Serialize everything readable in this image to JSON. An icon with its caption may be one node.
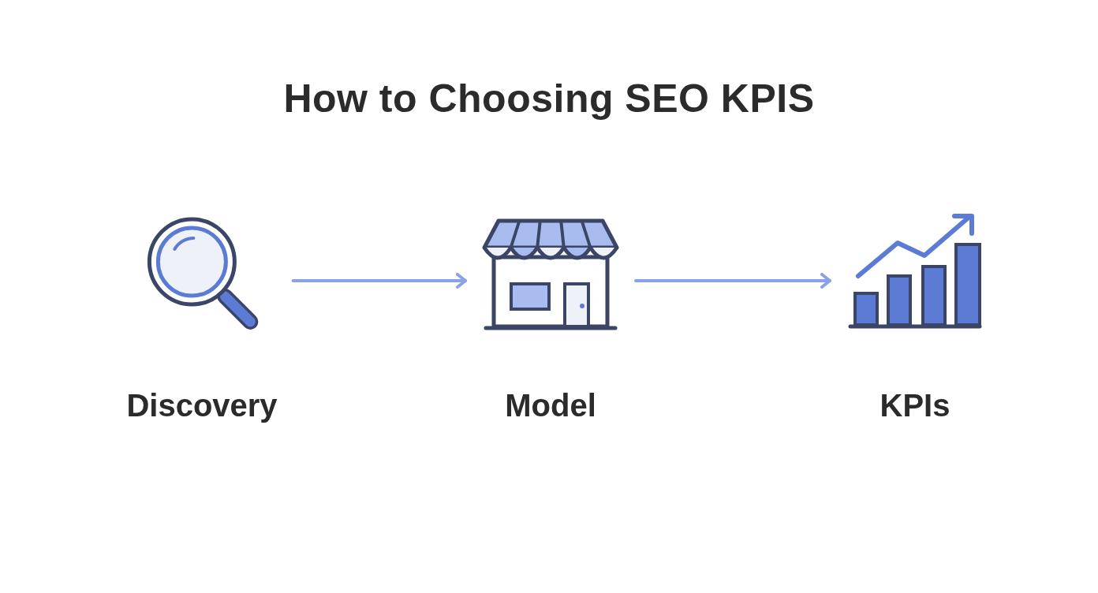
{
  "diagram": {
    "title": "How to Choosing SEO KPIS",
    "nodes": [
      {
        "text": [
          "Discovery"
        ]
      },
      {
        "text": [
          "Model"
        ]
      },
      {
        "text": [
          "KPIs"
        ]
      }
    ],
    "edges": [
      {
        "from": 0,
        "to": 1,
        "arrow": "to"
      },
      {
        "from": 1,
        "to": 2,
        "arrow": "to"
      }
    ]
  }
}
